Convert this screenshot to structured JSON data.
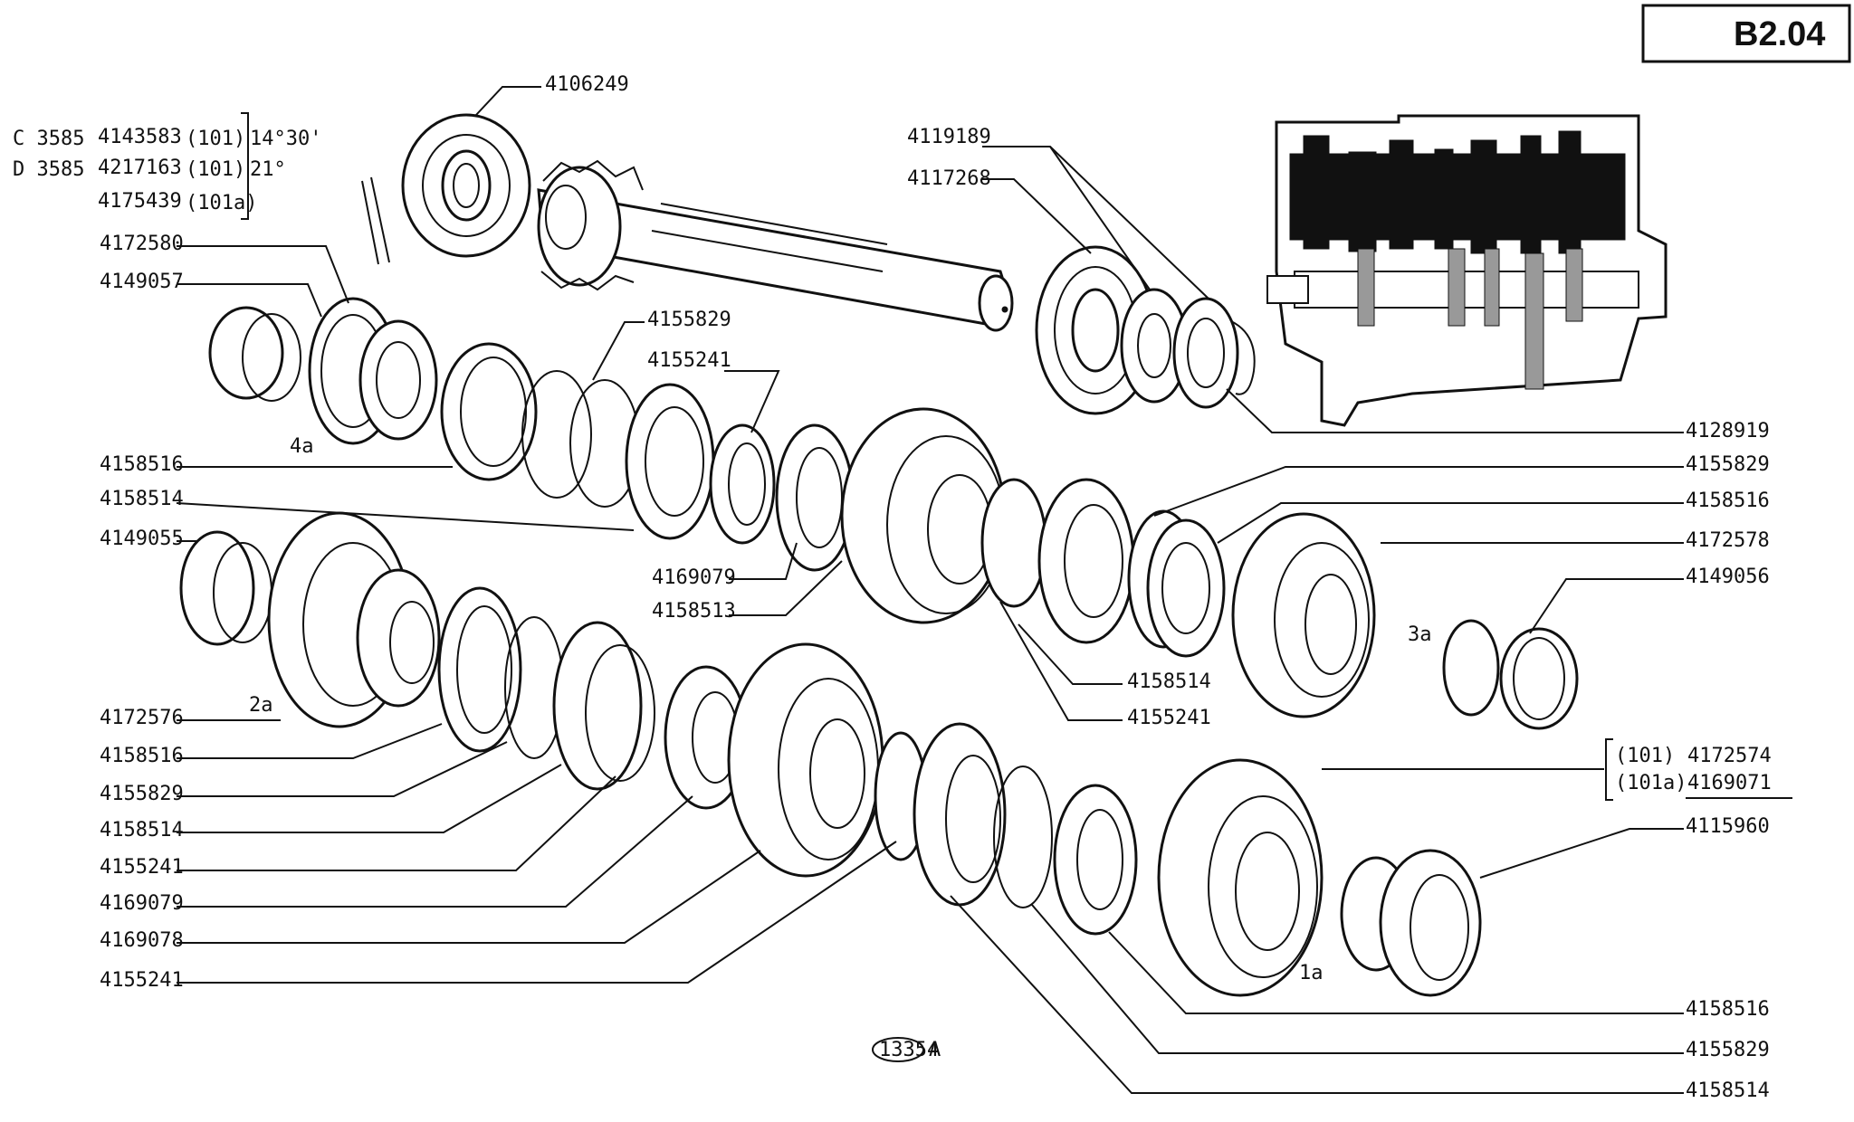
{
  "page_code": "B2.04",
  "figure_number": "13354",
  "figure_suffix": "A",
  "variant_table": {
    "rows": [
      {
        "prefix": "C 3585",
        "part": "4143583",
        "code": "(101)",
        "note": "14°30'"
      },
      {
        "prefix": "D 3585",
        "part": "4217163",
        "code": "(101)",
        "note": "21°"
      },
      {
        "prefix": "",
        "part": "4175439",
        "code": "(101a)",
        "note": ""
      }
    ]
  },
  "alt_table": {
    "rows": [
      {
        "code": "(101)",
        "part": "4172574"
      },
      {
        "code": "(101a)",
        "part": "4169071"
      }
    ]
  },
  "gear_labels": [
    "4a",
    "2a",
    "3a",
    "1a"
  ],
  "callouts": {
    "top": [
      "4106249",
      "4119189",
      "4117268"
    ],
    "left": [
      "4172580",
      "4149057",
      "4155829",
      "4155241",
      "4158516",
      "4158514",
      "4149055",
      "4169079",
      "4158513",
      "4172576",
      "4158516",
      "4155829",
      "4158514",
      "4155241",
      "4169079",
      "4169078",
      "4155241"
    ],
    "right": [
      "4128919",
      "4155829",
      "4158516",
      "4172578",
      "4149056",
      "4158514",
      "4155241",
      "4115960",
      "4158516",
      "4155829",
      "4158514"
    ]
  }
}
